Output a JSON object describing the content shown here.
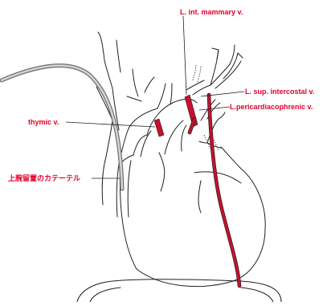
{
  "diagram": {
    "colors": {
      "label": "#e4002b",
      "vein_highlight": "#c8102e",
      "outline": "#231f20",
      "catheter": "#9a9b9d"
    },
    "labels": {
      "l_int_mammary_v": "L. int. mammary v.",
      "l_sup_intercostal_v": "L. sup. intercostal v.",
      "l_pericardiacophrenic_v": "L.pericardiacophrenic v.",
      "thymic_v": "thymic v.",
      "catheter": "上腕留置のカテーテル"
    }
  }
}
